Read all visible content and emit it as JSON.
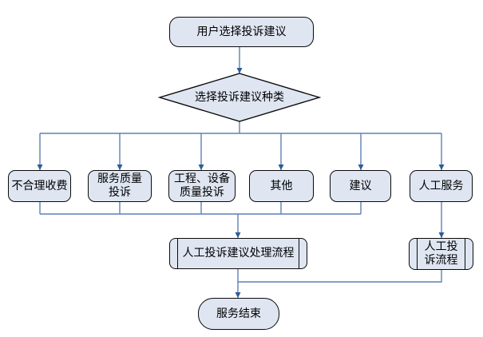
{
  "diagram_title": "complaint-suggestion-ivr-flow",
  "colors": {
    "background": "#ffffff",
    "node_fill": "#dfe6f2",
    "node_border": "#0a0a0a",
    "connector": "#5d81b5",
    "arrow": "#2e5c98",
    "text": "#000000"
  },
  "nodes": {
    "start": {
      "label": "用户选择投诉建议",
      "shape": "terminator"
    },
    "decision": {
      "label": "选择投诉建议种类",
      "shape": "diamond"
    },
    "branches": [
      {
        "label": "不合理收费"
      },
      {
        "label": "服务质量\n投诉"
      },
      {
        "label": "工程、设备\n质量投诉"
      },
      {
        "label": "其他"
      },
      {
        "label": "建议"
      },
      {
        "label": "人工服务"
      }
    ],
    "process_main": {
      "label": "人工投诉建议处理流程",
      "shape": "subroutine"
    },
    "process_manual": {
      "label": "人工投\n诉流程",
      "shape": "subroutine"
    },
    "end": {
      "label": "服务结束",
      "shape": "terminator"
    }
  }
}
